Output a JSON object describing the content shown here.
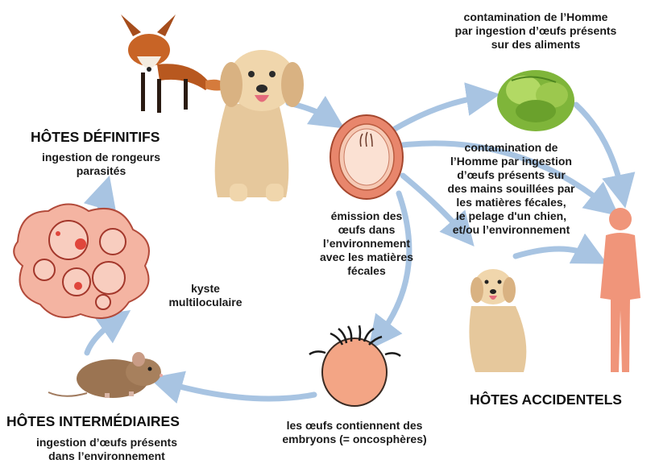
{
  "colors": {
    "arrow": "#a8c4e2",
    "egg_outer": "#e8866c",
    "egg_inner": "#f6c9b4",
    "human": "#f0957a",
    "cyst_bg": "#f4b4a2",
    "cyst_red": "#e0463c"
  },
  "icons": [
    "fox",
    "dog",
    "egg",
    "lettuce",
    "human",
    "small-dog",
    "oncosphere",
    "mouse",
    "cyst"
  ],
  "definitive_hosts": {
    "title": "HÔTES DÉFINITIFS",
    "lines": [
      "ingestion de rongeurs",
      "parasités"
    ]
  },
  "egg_emission": {
    "lines": [
      "émission des",
      "œufs dans",
      "l’environnement",
      "avec les matières",
      "fécales"
    ]
  },
  "food_contamination": {
    "lines": [
      "contamination de l’Homme",
      "par ingestion d’œufs présents",
      "sur des aliments"
    ]
  },
  "hand_contamination": {
    "lines": [
      "contamination de",
      "l’Homme par ingestion",
      "d’œufs présents sur",
      "des mains souillées par",
      "les matières fécales,",
      "le pelage d'un chien,",
      "et/ou l’environnement"
    ]
  },
  "cyst": {
    "lines": [
      "kyste",
      "multiloculaire"
    ]
  },
  "accidental_hosts": {
    "title": "HÔTES ACCIDENTELS"
  },
  "oncosphere": {
    "lines": [
      "les œufs contiennent des",
      "embryons (= oncosphères)"
    ]
  },
  "intermediate_hosts": {
    "title": "HÔTES INTERMÉDIAIRES",
    "lines": [
      "ingestion d’œufs présents",
      "dans l’environnement"
    ]
  }
}
